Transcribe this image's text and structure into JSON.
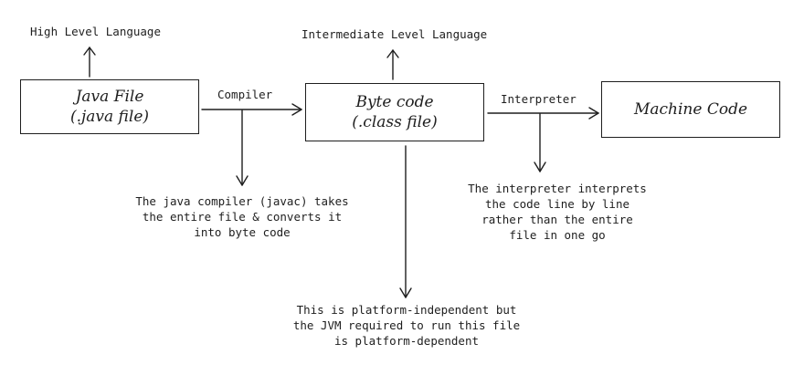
{
  "annotations": {
    "high_level": "High Level Language",
    "intermediate_level": "Intermediate Level Language"
  },
  "boxes": {
    "java_file": {
      "line1": "Java File",
      "line2": "(.java file)"
    },
    "byte_code": {
      "line1": "Byte code",
      "line2": "(.class file)"
    },
    "machine_code": {
      "line1": "Machine Code"
    }
  },
  "edges": {
    "compiler": "Compiler",
    "interpreter": "Interpreter"
  },
  "notes": {
    "compiler_note": [
      "The java compiler (javac) takes",
      "the entire file & converts it",
      "into byte code"
    ],
    "interpreter_note": [
      "The interpreter interprets",
      "the code line by line",
      "rather than the entire",
      "file in one go"
    ],
    "bytecode_note": [
      "This is platform-independent but",
      "the JVM required to run this file",
      "is platform-dependent"
    ]
  },
  "colors": {
    "ink": "#1e1e1e",
    "background": "#ffffff"
  }
}
